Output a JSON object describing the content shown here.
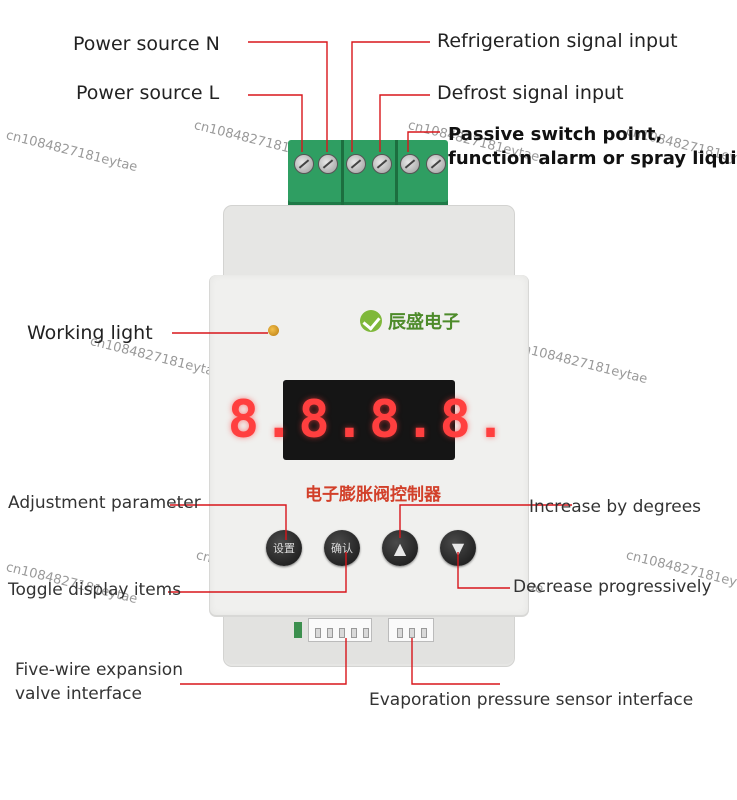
{
  "labels": {
    "power_n": "Power source N",
    "power_l": "Power source L",
    "refrigeration": "Refrigeration signal input",
    "defrost": "Defrost signal input",
    "passive_1": "Passive switch point,",
    "passive_2": "function alarm or spray liquid",
    "working_light": "Working light",
    "adjust": "Adjustment parameter",
    "toggle": "Toggle display items",
    "increase": "Increase by degrees",
    "decrease": "Decrease progressively",
    "five_wire_1": "Five-wire expansion",
    "five_wire_2": "valve interface",
    "evap": "Evaporation pressure sensor interface"
  },
  "device": {
    "brand": "辰盛电子",
    "display": "8.8.8.8.",
    "product_name": "电子膨胀阀控制器",
    "btn_set": "设置",
    "btn_confirm": "确认"
  },
  "watermark": "cn1084827181eytae",
  "colors": {
    "leader_line": "#d8161b",
    "terminal_green": "#2f9e62",
    "display_red": "#ff3f3f",
    "brand_green": "#4d8b2a",
    "product_red": "#d2402a"
  }
}
